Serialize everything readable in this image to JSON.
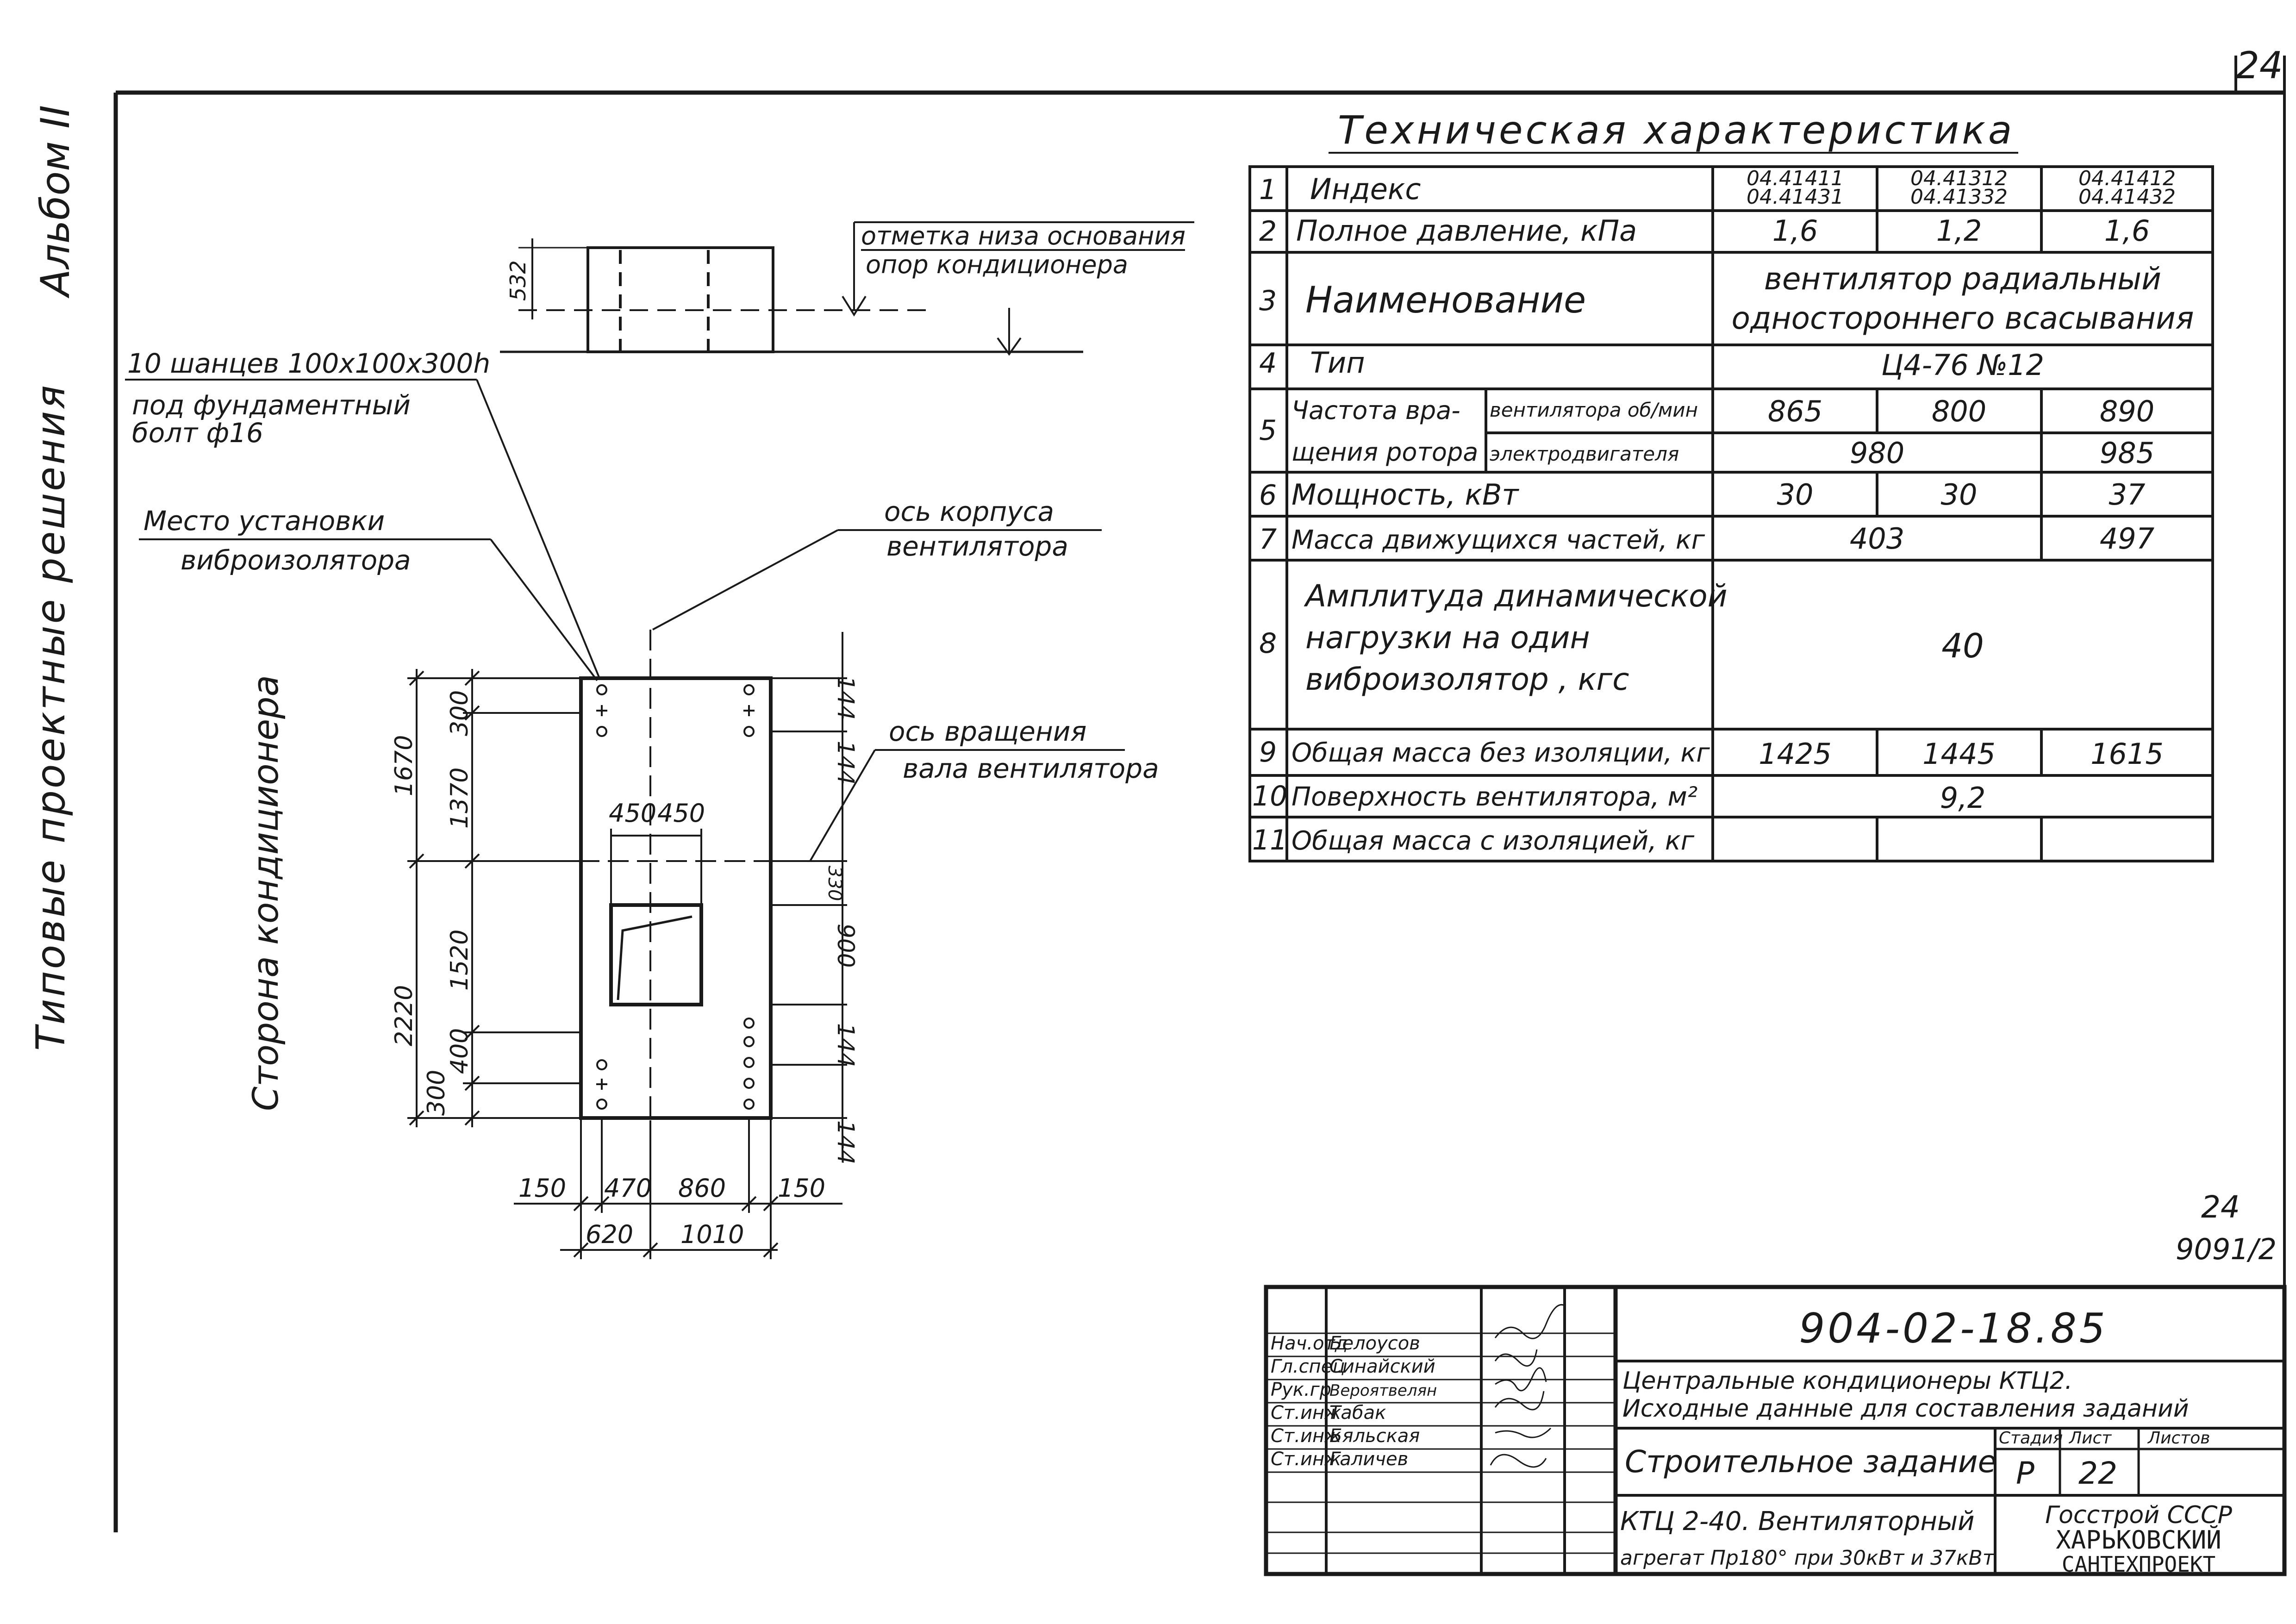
{
  "sheet_corner": "24",
  "side_labels": {
    "album": "Альбом II",
    "series": "Типовые проектные решения"
  },
  "tech_title": "Техническая характеристика",
  "tech_table": {
    "r1": {
      "n": "1",
      "label": "Индекс",
      "c1a": "04.41411",
      "c1b": "04.41431",
      "c2a": "04.41312",
      "c2b": "04.41332",
      "c3a": "04.41412",
      "c3b": "04.41432"
    },
    "r2": {
      "n": "2",
      "label": "Полное давление, кПа",
      "c1": "1,6",
      "c2": "1,2",
      "c3": "1,6"
    },
    "r3": {
      "n": "3",
      "label": "Наименование",
      "v1": "вентилятор радиальный",
      "v2": "одностороннего всасывания"
    },
    "r4": {
      "n": "4",
      "label": "Тип",
      "v": "Ц4-76 №12"
    },
    "r5": {
      "n": "5",
      "label_a": "Частота вра-",
      "label_b": "щения ротора",
      "sub1": "вентилятора об/мин",
      "sub2": "электродвигателя",
      "s1c1": "865",
      "s1c2": "800",
      "s1c3": "890",
      "s2c12": "980",
      "s2c3": "985"
    },
    "r6": {
      "n": "6",
      "label": "Мощность, кВт",
      "c1": "30",
      "c2": "30",
      "c3": "37"
    },
    "r7": {
      "n": "7",
      "label": "Масса движущихся частей, кг",
      "c12": "403",
      "c3": "497"
    },
    "r8": {
      "n": "8",
      "l1": "Амплитуда динамической",
      "l2": "нагрузки на один",
      "l3": "виброизолятор , кгс",
      "v": "40"
    },
    "r9": {
      "n": "9",
      "label": "Общая масса без изоляции, кг",
      "c1": "1425",
      "c2": "1445",
      "c3": "1615"
    },
    "r10": {
      "n": "10",
      "label": "Поверхность вентилятора, м²",
      "v": "9,2"
    },
    "r11": {
      "n": "11",
      "label": "Общая масса с изоляцией, кг"
    }
  },
  "drawing": {
    "elev_mark_l1": "отметка низа основания",
    "elev_mark_l2": "опор кондиционера",
    "dim_532": "532",
    "anchors_l1": "10 шанцев 100x100x300h",
    "anchors_l2": "под фундаментный",
    "anchors_l3": "болт ф16",
    "isolator_l1": "Место установки",
    "isolator_l2": "виброизолятора",
    "axis_body_l1": "ось корпуса",
    "axis_body_l2": "вентилятора",
    "axis_shaft_l1": "ось вращения",
    "axis_shaft_l2": "вала вентилятора",
    "side_conditioner": "Сторона кондиционера",
    "d1670": "1670",
    "d300a": "300",
    "d1370": "1370",
    "d2220": "2220",
    "d1520": "1520",
    "d400": "400",
    "d300b": "300",
    "d144a": "144",
    "d144b": "144",
    "d330": "330",
    "d900": "900",
    "d144c": "144",
    "d144d": "144",
    "d450a": "450",
    "d450b": "450",
    "d150a": "150",
    "d470": "470",
    "d860": "860",
    "d150b": "150",
    "d620": "620",
    "d1010": "1010"
  },
  "sheet_ref_a": "24",
  "sheet_ref_b": "9091/2",
  "stamp": {
    "project_code": "904-02-18.85",
    "title_l1": "Центральные кондиционеры КТЦ2.",
    "title_l2": "Исходные данные для составления заданий",
    "doc_name": "Строительное задание",
    "stage_h": "Стадия",
    "sheet_h": "Лист",
    "sheets_h": "Листов",
    "stage": "Р",
    "sheet": "22",
    "drawing_l1": "КТЦ 2-40. Вентиляторный",
    "drawing_l2": "агрегат Пр180° при 30кВт и 37кВт",
    "org_l1": "Госстрой СССР",
    "org_l2": "ХАРЬКОВСКИЙ",
    "org_l3": "САНТЕХПРОЕКТ",
    "roles": [
      "Нач.отд",
      "Гл.спец",
      "Рук.гр",
      "Ст.инж",
      "Ст.инж",
      "Ст.инж"
    ],
    "names": [
      "Белоусов",
      "Синайский",
      "Вероятвелян",
      "Табак",
      "Бяльская",
      "Галичев"
    ]
  }
}
